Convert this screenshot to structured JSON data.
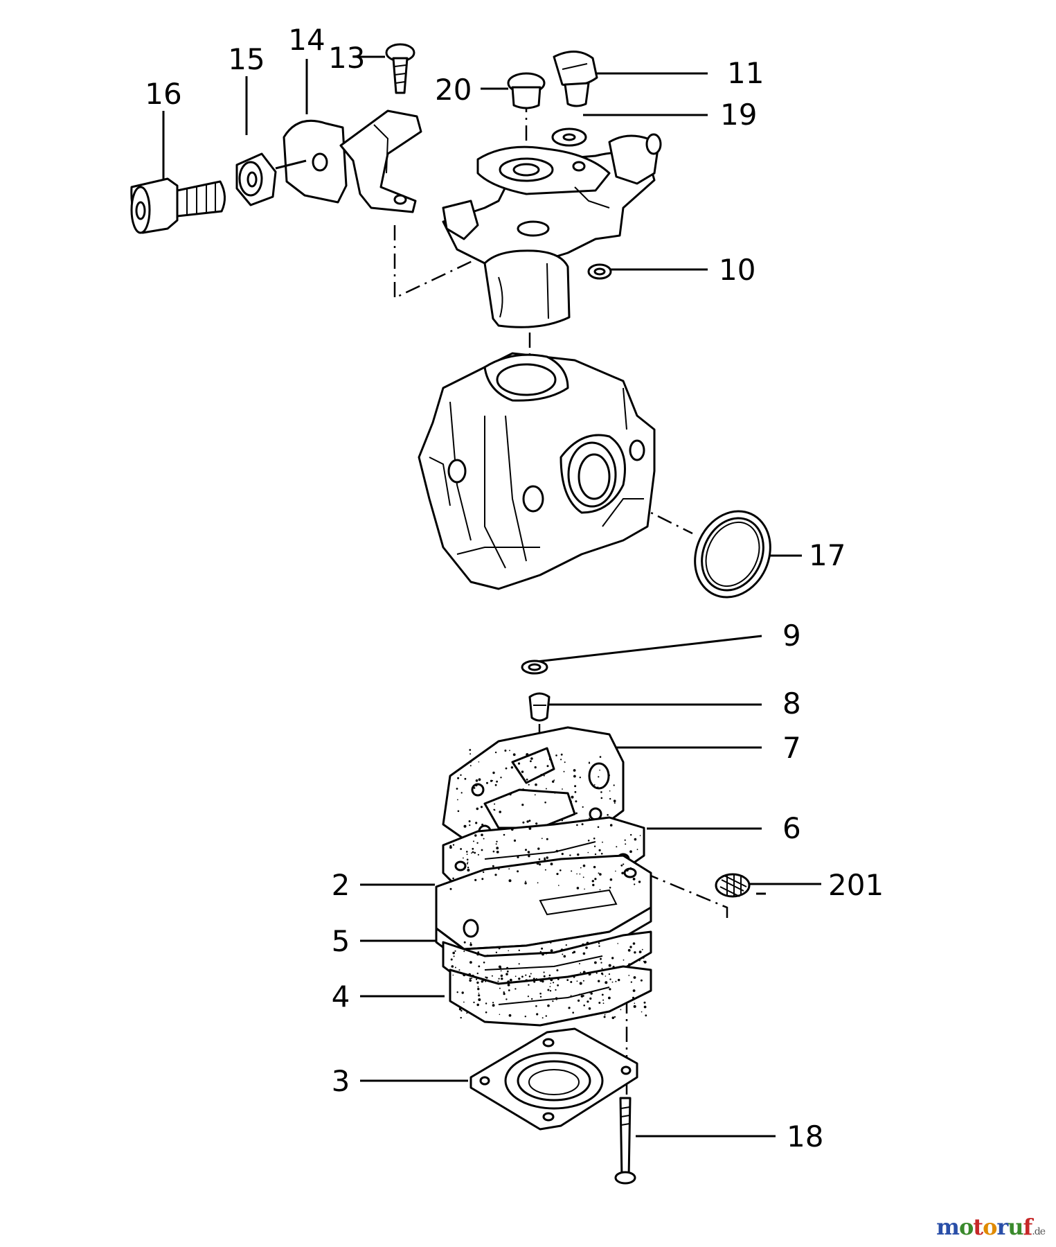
{
  "diagram": {
    "labels": {
      "p2": "2",
      "p3": "3",
      "p4": "4",
      "p5": "5",
      "p6": "6",
      "p7": "7",
      "p8": "8",
      "p9": "9",
      "p10": "10",
      "p11": "11",
      "p13": "13",
      "p14": "14",
      "p15": "15",
      "p16": "16",
      "p17": "17",
      "p18": "18",
      "p19": "19",
      "p20": "20",
      "p201": "201"
    }
  },
  "watermark": {
    "brand_m": "m",
    "brand_o1": "o",
    "brand_t": "t",
    "brand_o2": "o",
    "brand_r": "r",
    "brand_u": "u",
    "brand_f": "f",
    "tld": ".de",
    "colors": {
      "blue": "#2a4fa8",
      "green": "#3a8a2c",
      "red": "#c62828",
      "orange": "#e08a00"
    }
  }
}
